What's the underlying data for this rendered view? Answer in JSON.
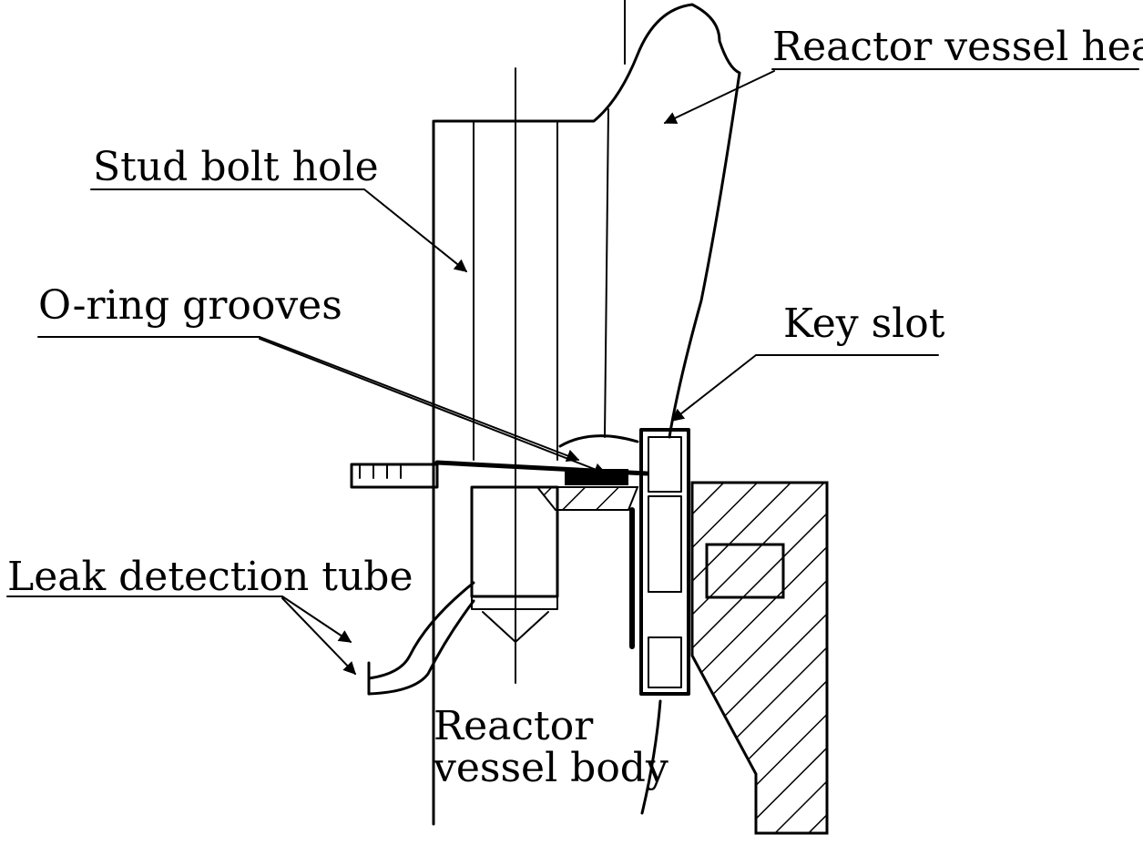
{
  "labels": {
    "head": "Reactor vessel head",
    "stud": "Stud bolt hole",
    "oring": "O-ring grooves",
    "key": "Key slot",
    "leak": "Leak detection tube",
    "body_line1": "Reactor",
    "body_line2": "vessel body"
  }
}
